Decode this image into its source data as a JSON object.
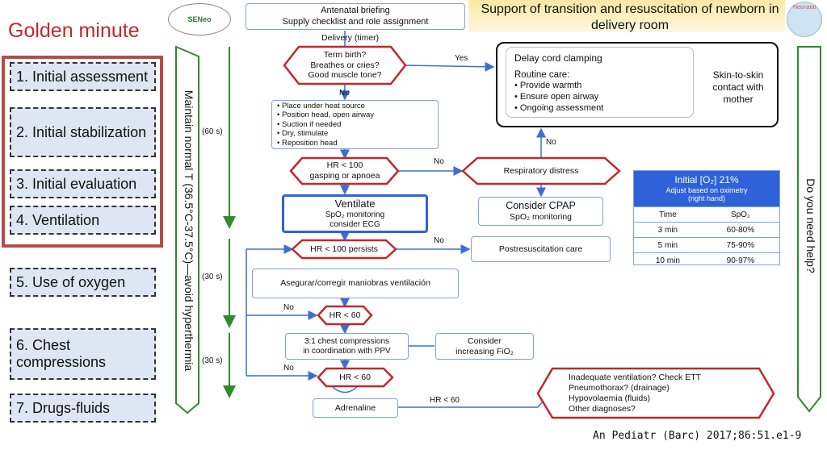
{
  "title": "Support of transition and resuscitation of newborn in delivery room",
  "logo_left": "SENeo",
  "logo_right": "Neonatal",
  "citation": "An Pediatr (Barc) 2017;86:51.e1-9",
  "left_panel": {
    "heading": "Golden minute",
    "steps": [
      "1. Initial assessment",
      "2. Initial stabilization",
      "3. Initial evaluation",
      "4. Ventilation",
      "5. Use of oxygen",
      "6. Chest compressions",
      "7. Drugs-fluids"
    ]
  },
  "side_labels": {
    "left": "Maintain normal T (36.5°C-37.5°C)—avoid hyperthermia",
    "right": "Do you need help?"
  },
  "timers": [
    "(60 s)",
    "(30 s)",
    "(30 s)"
  ],
  "flow": {
    "antenatal": "Antenatal briefing\nSupply checklist and role assignment",
    "delivery": "Delivery (timer)",
    "term_birth": "Term birth?\nBreathes or cries?\nGood muscle tone?",
    "yes": "Yes",
    "no": "No",
    "routine": {
      "delay": "Delay cord clamping",
      "title": "Routine care:",
      "items": [
        "• Provide warmth",
        "• Ensure open airway",
        "• Ongoing assessment"
      ]
    },
    "skin": "Skin-to-skin\ncontact with\nmother",
    "stabilize_items": [
      "• Place under heat source",
      "• Position head, open airway",
      "• Suction if needed",
      "• Dry, stimulate",
      "• Reposition head"
    ],
    "hr_gasping": "HR < 100\ngasping or apnoea",
    "resp_distress": "Respiratory distress",
    "ventilate_title": "Ventilate",
    "ventilate_sub": "SpO₂ monitoring\nconsider ECG",
    "cpap_title": "Consider CPAP",
    "cpap_sub": "SpO₂ monitoring",
    "hr_persists": "HR < 100 persists",
    "postresus": "Postresuscitation care",
    "asegurar": "Asegurar/corregir maniobras ventilación",
    "hr60": "HR < 60",
    "compressions": "3:1 chest compressions\nin coordination with PPV",
    "fio2": "Consider\nincreasing FiO₂",
    "adrenaline": "Adrenaline",
    "causes": [
      "Inadequate ventilation? Check ETT",
      "Pneumothorax? (drainage)",
      "Hypovolaemia (fluids)",
      "Other diagnoses?"
    ]
  },
  "oxygen_table": {
    "header": "Initial [O₂] 21%",
    "subheader": "Adjust based on oximetry\n(right hand)",
    "columns": [
      "Time",
      "SpO₂"
    ],
    "rows": [
      [
        "3 min",
        "60-80%"
      ],
      [
        "5 min",
        "75-90%"
      ],
      [
        "10 min",
        "90-97%"
      ]
    ]
  },
  "colors": {
    "accent_red": "#c0282b",
    "box_blue": "#7fa3d9",
    "arrow_blue": "#3b6fd1",
    "green": "#2e8b2e",
    "header_blue": "#2f62d8"
  }
}
